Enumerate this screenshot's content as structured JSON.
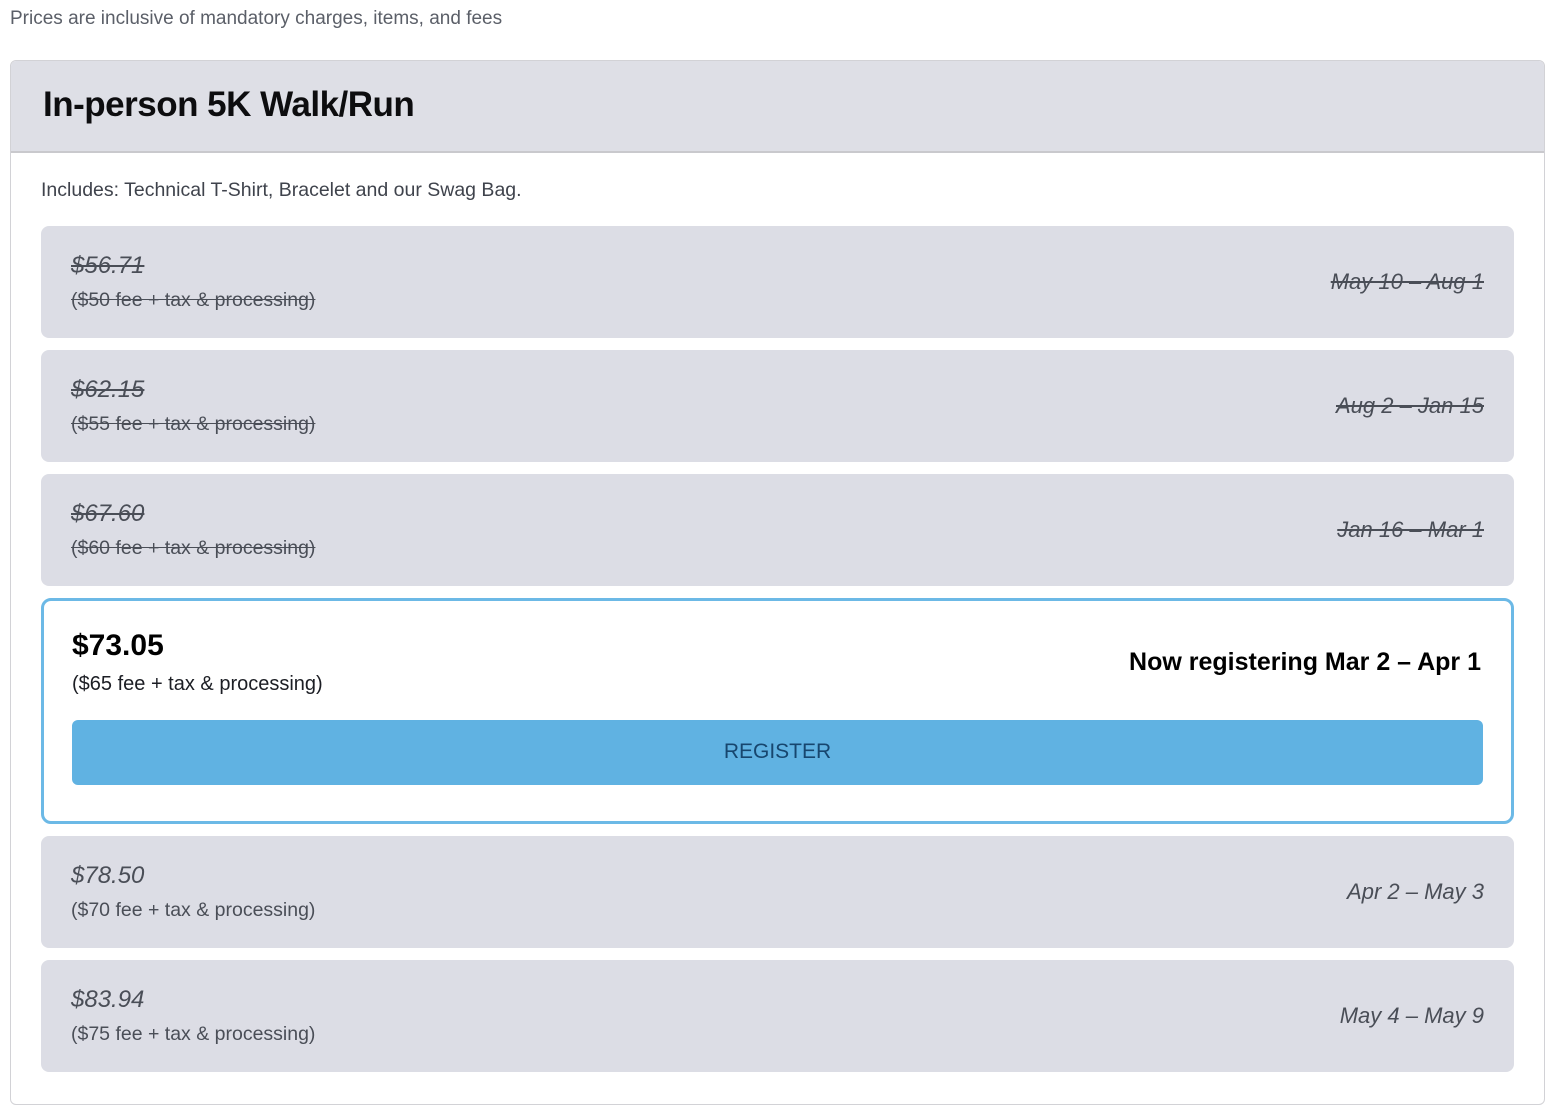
{
  "page": {
    "disclaimer": "Prices are inclusive of mandatory charges, items, and fees"
  },
  "card": {
    "title": "In-person 5K Walk/Run",
    "includes": "Includes: Technical T-Shirt, Bracelet and our Swag Bag.",
    "active_status": "Now registering Mar 2 – Apr 1",
    "register_label": "REGISTER",
    "tiers": [
      {
        "price": "$56.71",
        "detail": "($50 fee + tax & processing)",
        "dates": "May 10 – Aug 1",
        "state": "past"
      },
      {
        "price": "$62.15",
        "detail": "($55 fee + tax & processing)",
        "dates": "Aug 2 – Jan 15",
        "state": "past"
      },
      {
        "price": "$67.60",
        "detail": "($60 fee + tax & processing)",
        "dates": "Jan 16 – Mar 1",
        "state": "past"
      },
      {
        "price": "$73.05",
        "detail": "($65 fee + tax & processing)",
        "dates": "Mar 2 – Apr 1",
        "state": "active"
      },
      {
        "price": "$78.50",
        "detail": "($70 fee + tax & processing)",
        "dates": "Apr 2 – May 3",
        "state": "future"
      },
      {
        "price": "$83.94",
        "detail": "($75 fee + tax & processing)",
        "dates": "May 4 – May 9",
        "state": "future"
      }
    ],
    "colors": {
      "header_bg": "#dedfe6",
      "row_bg": "#dcdde5",
      "active_border": "#6cb9e6",
      "button_bg": "#60b2e2",
      "button_text": "#17466e"
    }
  }
}
